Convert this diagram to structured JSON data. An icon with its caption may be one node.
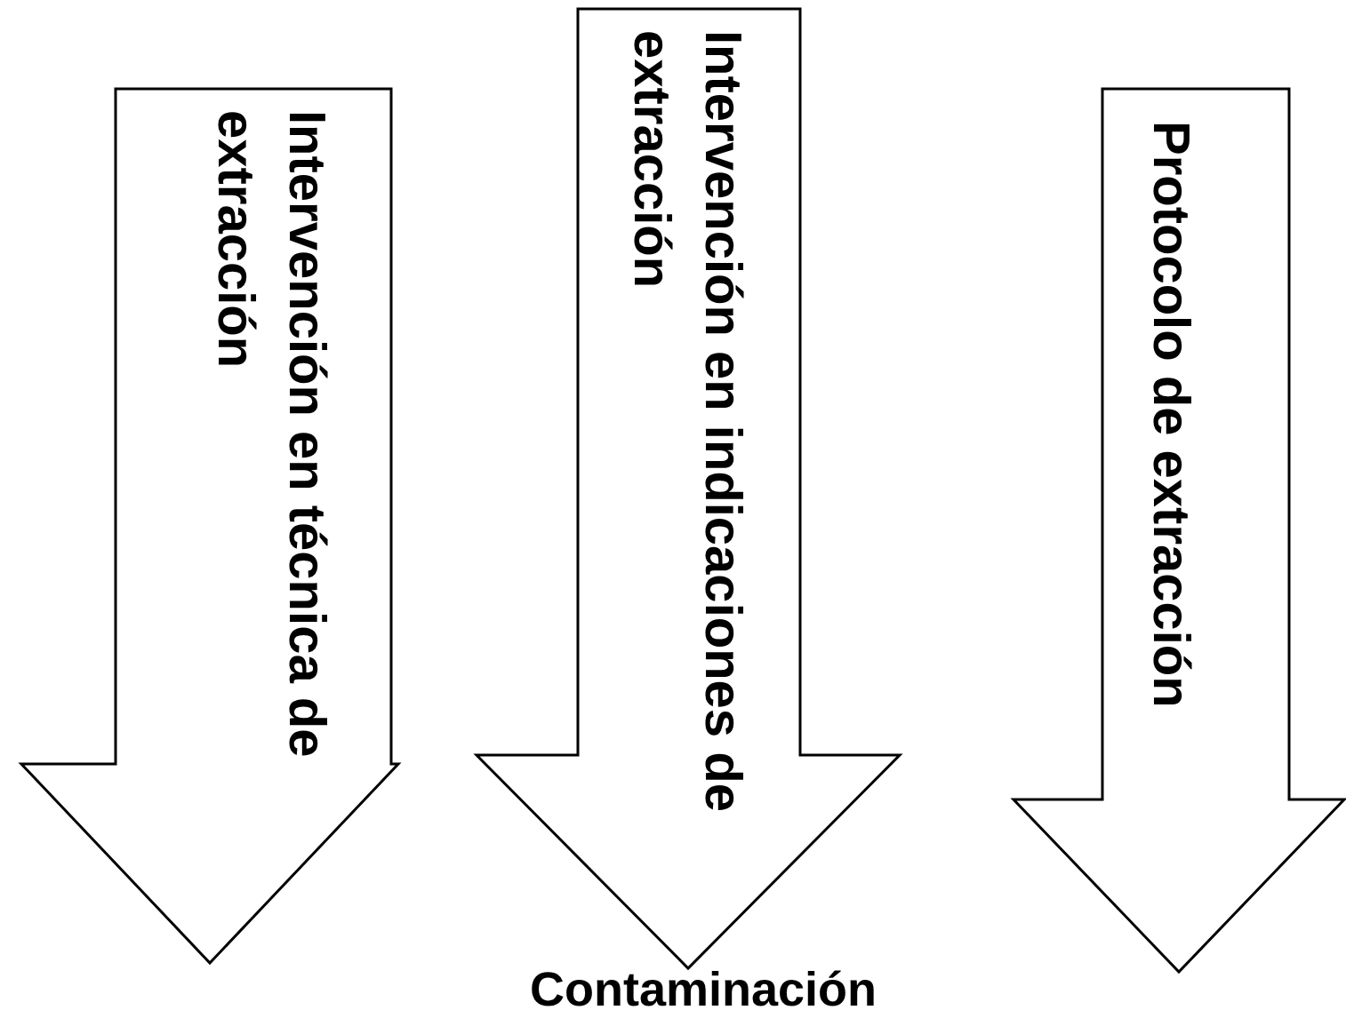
{
  "diagram": {
    "nodes": [
      {
        "text": [
          "Intervención en técnica de extracción"
        ]
      },
      {
        "text": [
          "Intervención en indicaciones de extracción"
        ]
      },
      {
        "text": [
          "Protocolo de extracción"
        ]
      }
    ],
    "labels": [
      "Contaminación"
    ]
  }
}
